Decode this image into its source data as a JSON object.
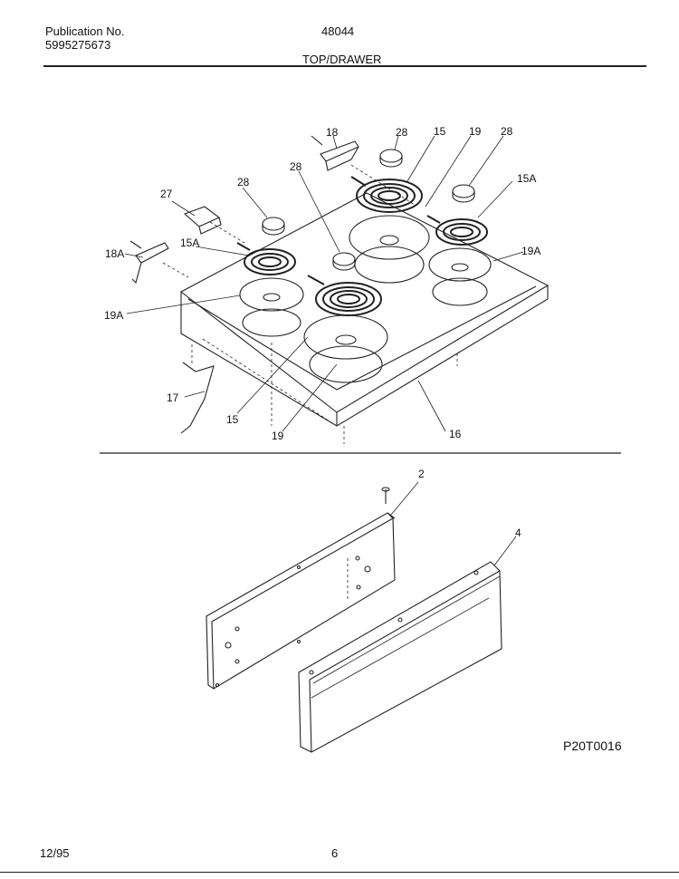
{
  "header": {
    "publication_label": "Publication No.",
    "publication_number": "5995275673",
    "model": "48044",
    "section_title": "TOP/DRAWER"
  },
  "callouts": {
    "c18": "18",
    "c28a": "28",
    "c15a": "15",
    "c19a": "19",
    "c28b": "28",
    "c28c": "28",
    "c27": "27",
    "c28d": "28",
    "c15Aa": "15A",
    "c18A": "18A",
    "c15Ab": "15A",
    "c19Aa": "19A",
    "c19Ab": "19A",
    "c17": "17",
    "c15b": "15",
    "c19b": "19",
    "c16": "16",
    "c2": "2",
    "c4": "4"
  },
  "figure_code": "P20T0016",
  "footer": {
    "date": "12/95",
    "page": "6"
  }
}
